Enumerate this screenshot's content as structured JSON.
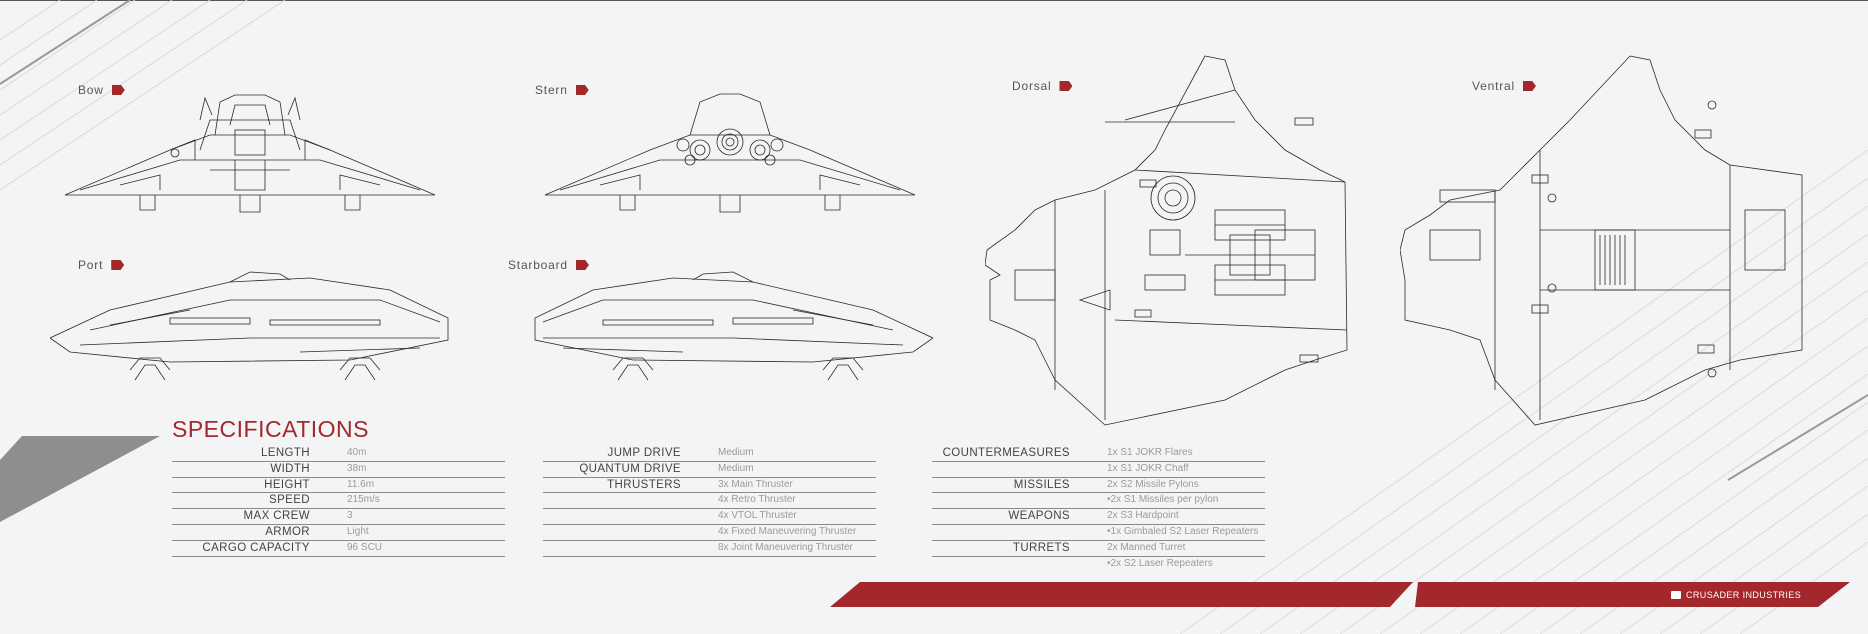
{
  "views": {
    "bow": "Bow",
    "stern": "Stern",
    "dorsal": "Dorsal",
    "ventral": "Ventral",
    "port": "Port",
    "starboard": "Starboard"
  },
  "specifications_title": "SPECIFICATIONS",
  "spec_col1": [
    {
      "label": "LENGTH",
      "value": "40m"
    },
    {
      "label": "WIDTH",
      "value": "38m"
    },
    {
      "label": "HEIGHT",
      "value": "11.6m"
    },
    {
      "label": "SPEED",
      "value": "215m/s"
    },
    {
      "label": "MAX CREW",
      "value": "3"
    },
    {
      "label": "ARMOR",
      "value": "Light"
    },
    {
      "label": "CARGO CAPACITY",
      "value": "96 SCU"
    }
  ],
  "spec_col2": [
    {
      "label": "JUMP DRIVE",
      "value": "Medium"
    },
    {
      "label": "QUANTUM DRIVE",
      "value": "Medium"
    },
    {
      "label": "THRUSTERS",
      "value": "3x Main Thruster"
    },
    {
      "label": "",
      "value": "4x Retro Thruster"
    },
    {
      "label": "",
      "value": "4x VTOL Thruster"
    },
    {
      "label": "",
      "value": "4x Fixed Maneuvering Thruster"
    },
    {
      "label": "",
      "value": "8x Joint Maneuvering Thruster"
    }
  ],
  "spec_col3": [
    {
      "label": "COUNTERMEASURES",
      "value": "1x S1 JOKR Flares"
    },
    {
      "label": "",
      "value": "1x S1 JOKR Chaff"
    },
    {
      "label": "MISSILES",
      "value": "2x S2 Missile Pylons"
    },
    {
      "label": "",
      "value": "•2x S1 Missiles per pylon"
    },
    {
      "label": "WEAPONS",
      "value": "2x S3 Hardpoint"
    },
    {
      "label": "",
      "value": "•1x Gimbaled S2 Laser Repeaters"
    },
    {
      "label": "TURRETS",
      "value": "2x Manned Turret"
    },
    {
      "label": "",
      "value": "•2x S2 Laser Repeaters"
    }
  ],
  "footer_brand": "CRUSADER INDUSTRIES",
  "colors": {
    "accent": "#a3282c",
    "background": "#f3f4f5",
    "line_art": "#2a2a2a",
    "label_text": "#444444",
    "value_text": "#9a9a9a"
  }
}
